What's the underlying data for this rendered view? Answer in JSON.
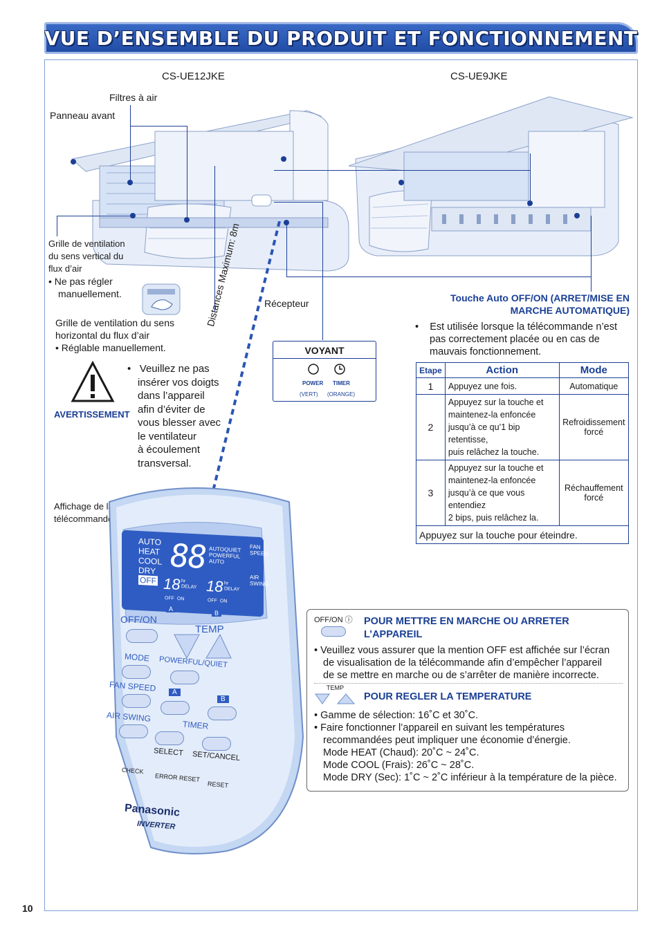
{
  "header": {
    "title": "VUE D’ENSEMBLE DU PRODUIT ET FONCTIONNEMENT"
  },
  "models": {
    "left": "CS-UE12JKE",
    "right": "CS-UE9JKE"
  },
  "labels": {
    "filtres": "Filtres à air",
    "panneau": "Panneau avant",
    "grille_v1": "Grille de ventilation",
    "grille_v2": "du sens vertical du",
    "grille_v3": "flux d’air",
    "grille_v_bullet1": "•   Ne pas régler",
    "grille_v_bullet2": "manuellement.",
    "grille_h1": "Grille de ventilation du sens",
    "grille_h2": "horizontal du flux d’air",
    "grille_h_bullet": "•   Réglable manuellement.",
    "recepteur": "Récepteur",
    "distance": "Distances Maximum: 8m",
    "affichage1": "Affichage de la",
    "affichage2": "télécommande"
  },
  "warning": {
    "label": "AVERTISSEMENT",
    "lines": [
      "Veuillez ne pas",
      "insérer vos doigts",
      "dans l’appareil",
      "afin d’éviter de",
      "vous blesser avec",
      "le ventilateur",
      "à écoulement",
      "transversal."
    ]
  },
  "voyant": {
    "title": "VOYANT",
    "power": "POWER",
    "timer": "TIMER",
    "power_color": "(VERT)",
    "timer_color": "(ORANGE)"
  },
  "auto_touch": {
    "title1": "Touche Auto OFF/ON (ARRET/MISE EN",
    "title2": "MARCHE AUTOMATIQUE)",
    "desc1": "Est utilisée lorsque la télécommande n’est",
    "desc2": "pas correctement placée ou en cas de",
    "desc3": "mauvais fonctionnement."
  },
  "table": {
    "headers": [
      "Etape",
      "Action",
      "Mode"
    ],
    "rows": [
      {
        "step": "1",
        "action": [
          "Appuyez une fois."
        ],
        "mode": [
          "Automatique"
        ]
      },
      {
        "step": "2",
        "action": [
          "Appuyez sur la touche et",
          "maintenez-la enfoncée",
          "jusqu’à ce qu’1 bip retentisse,",
          "puis relâchez la touche."
        ],
        "mode": [
          "Refroidissement",
          "forcé"
        ]
      },
      {
        "step": "3",
        "action": [
          "Appuyez sur la touche et",
          "maintenez-la enfoncée",
          "jusqu’à ce que vous entendiez",
          "2 bips, puis relâchez la."
        ],
        "mode": [
          "Réchauffement",
          "forcé"
        ]
      }
    ],
    "footer": "Appuyez sur la touche pour éteindre."
  },
  "remote": {
    "brand": "Panasonic",
    "inverter": "INVERTER",
    "lcd_modes": [
      "AUTO",
      "HEAT",
      "COOL",
      "DRY",
      "OFF"
    ],
    "lcd_right": [
      "AUTO",
      "QUIET",
      "POWERFUL",
      "AUTO"
    ],
    "fan_speed": "FAN SPEED",
    "air_swing": "AIR SWING",
    "hr": "hr",
    "delay": "DELAY",
    "off": "OFF",
    "on": "ON",
    "a": "A",
    "b": "B",
    "offon": "OFF/ON",
    "temp": "TEMP",
    "mode": "MODE",
    "powerful_quiet": "POWERFUL/QUIET",
    "fanspeed_btn": "FAN SPEED",
    "airswing_btn": "AIR SWING",
    "timer": "TIMER",
    "select": "SELECT",
    "setcancel": "SET/CANCEL",
    "check": "CHECK",
    "error_reset": "ERROR RESET",
    "reset": "RESET"
  },
  "info": {
    "offon_label": "OFF/ON",
    "onoff_title1": "POUR METTRE EN MARCHE OU ARRETER",
    "onoff_title2": "L’APPAREIL",
    "onoff_desc1": "•  Veuillez vous assurer que la mention OFF est affichée sur l’écran",
    "onoff_desc2": "de visualisation de la télécommande afin d’empêcher l’appareil",
    "onoff_desc3": "de se mettre en marche ou de s’arrêter de manière incorrecte.",
    "temp_label": "TEMP",
    "temp_title": "POUR REGLER LA TEMPERATURE",
    "temp_l1": "•  Gamme de sélection:  16˚C et 30˚C.",
    "temp_l2": "•  Faire fonctionner l’appareil en suivant les températures",
    "temp_l3": "recommandées peut impliquer une économie d’énergie.",
    "temp_l4": "Mode HEAT (Chaud): 20˚C ~ 24˚C.",
    "temp_l5": "Mode COOL (Frais): 26˚C ~ 28˚C.",
    "temp_l6": "Mode DRY (Sec): 1˚C ~ 2˚C inférieur à la température de la pièce."
  },
  "page_number": "10"
}
